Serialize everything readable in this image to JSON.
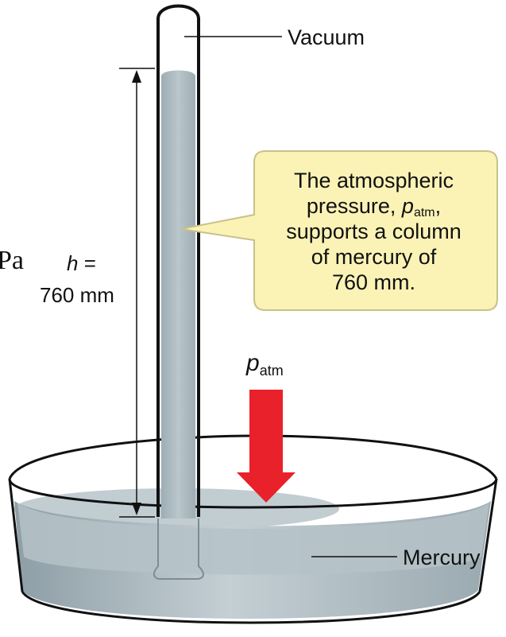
{
  "colors": {
    "mercury": "#aab7be",
    "mercury_top": "#c2cdd2",
    "tube_outline": "#111111",
    "callout_fill": "#fbf3b6",
    "callout_border": "#c9c189",
    "arrow": "#e8212a"
  },
  "labels": {
    "vacuum": "Vacuum",
    "mercury": "Mercury",
    "pa_partial": "Pa",
    "h_symbol": "h",
    "h_equals": " =",
    "h_value": "760 mm",
    "patm_symbol": "p",
    "patm_sub": "atm"
  },
  "callout": {
    "line1": "The atmospheric",
    "line2_pre": "pressure, ",
    "line2_symbol": "p",
    "line2_sub": "atm",
    "line2_post": ",",
    "line3": "supports a column",
    "line4": "of mercury of",
    "line5": "760 mm."
  }
}
